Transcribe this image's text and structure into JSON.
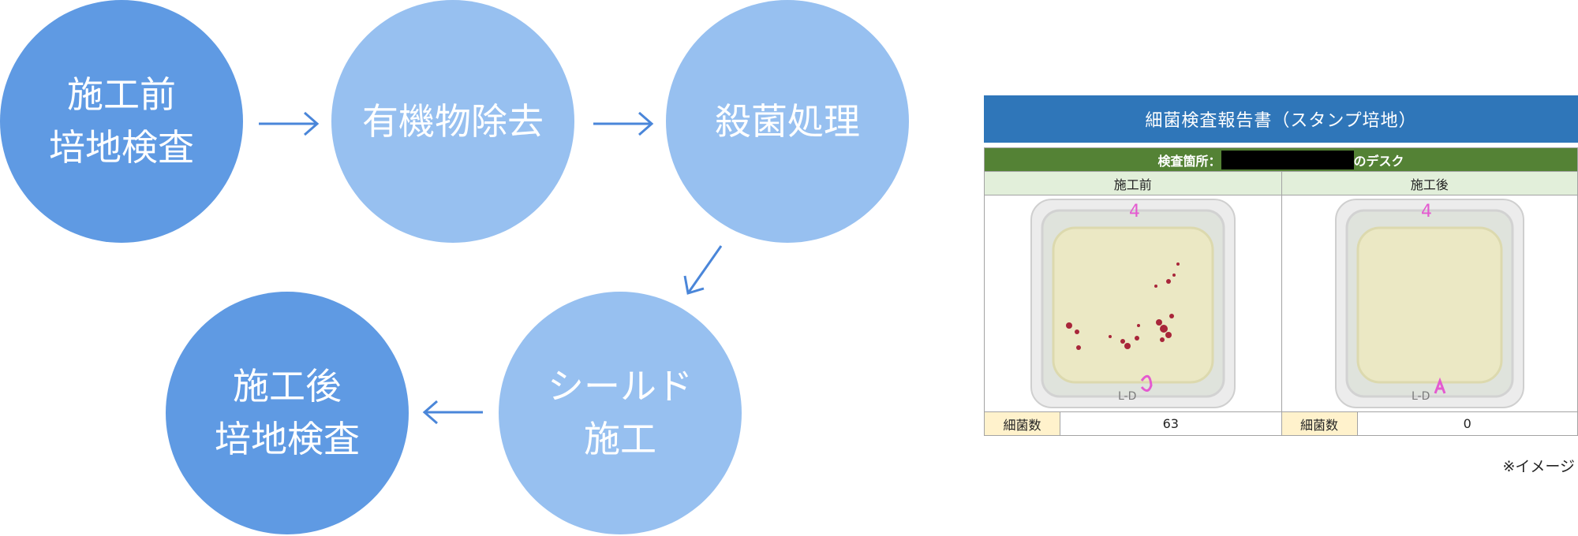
{
  "flow": {
    "step1": {
      "line1": "施工前",
      "line2": "培地検査"
    },
    "step2": {
      "line1": "有機物除去"
    },
    "step3": {
      "line1": "殺菌処理"
    },
    "step4": {
      "line1": "シールド",
      "line2": "施工"
    },
    "step5": {
      "line1": "施工後",
      "line2": "培地検査"
    },
    "colors": {
      "dark": "#5f9ae3",
      "light": "#97c0f0",
      "arrow": "#4a86d9"
    }
  },
  "report": {
    "title": "細菌検査報告書（スタンプ培地）",
    "location_label": "検査箇所：",
    "location_suffix": "のデスク",
    "before": {
      "header": "施工前",
      "count_label": "細菌数",
      "count": "63",
      "dish_label": "4",
      "dish_code": "L-D"
    },
    "after": {
      "header": "施工後",
      "count_label": "細菌数",
      "count": "0",
      "dish_label": "4",
      "dish_code": "L-D"
    },
    "note": "※イメージ",
    "colors": {
      "title_bg": "#2f76b9",
      "location_bg": "#548235",
      "header_bg": "#e2efda",
      "label_bg": "#fff2cc"
    }
  }
}
